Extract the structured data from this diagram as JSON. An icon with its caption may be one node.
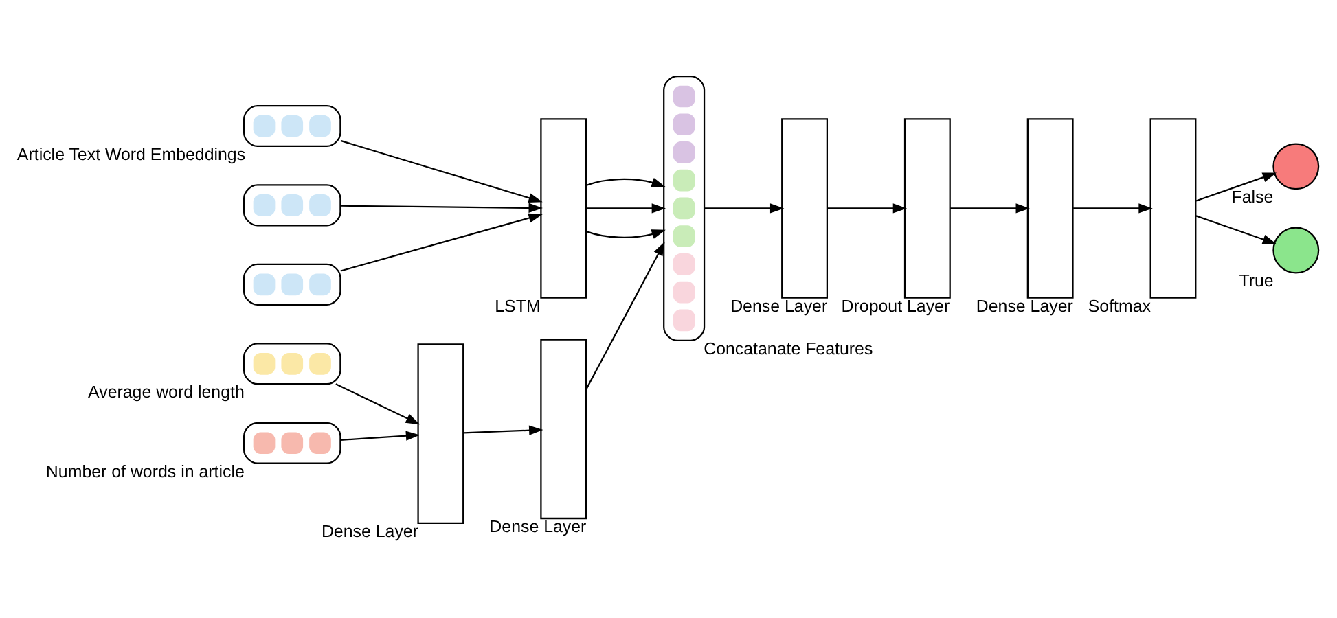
{
  "diagram": {
    "nodes": [
      {
        "text": [],
        "shape": "box",
        "beside": [
          "Article Text Word Embeddings"
        ]
      },
      {
        "text": [],
        "shape": "box"
      },
      {
        "text": [],
        "shape": "box"
      },
      {
        "text": [],
        "shape": "bar",
        "beside": [
          "LSTM"
        ]
      },
      {
        "text": [],
        "shape": "bar",
        "beside": [
          "Concatanate Features"
        ]
      },
      {
        "text": [],
        "shape": "box",
        "beside": [
          "Average word length"
        ]
      },
      {
        "text": [],
        "shape": "box",
        "beside": [
          "Number of words in article"
        ]
      },
      {
        "text": [],
        "shape": "bar",
        "beside": [
          "Dense Layer"
        ]
      },
      {
        "text": [],
        "shape": "bar",
        "beside": [
          "Dense Layer"
        ]
      },
      {
        "text": [],
        "shape": "bar",
        "beside": [
          "Dense Layer"
        ]
      },
      {
        "text": [],
        "shape": "bar",
        "beside": [
          "Dropout Layer"
        ]
      },
      {
        "text": [],
        "shape": "bar",
        "beside": [
          "Dense Layer"
        ]
      },
      {
        "text": [],
        "shape": "bar",
        "beside": [
          "Softmax"
        ]
      },
      {
        "text": [],
        "shape": "circle",
        "beside": [
          "False"
        ]
      },
      {
        "text": [],
        "shape": "circle",
        "beside": [
          "True"
        ]
      }
    ],
    "edges": [
      {
        "from": 0,
        "to": 3,
        "arrow": "to"
      },
      {
        "from": 1,
        "to": 3,
        "arrow": "to"
      },
      {
        "from": 2,
        "to": 3,
        "arrow": "to"
      },
      {
        "from": 3,
        "to": 4,
        "arrow": "to"
      },
      {
        "from": 3,
        "to": 4,
        "arrow": "to"
      },
      {
        "from": 3,
        "to": 4,
        "arrow": "to"
      },
      {
        "from": 5,
        "to": 7,
        "arrow": "to"
      },
      {
        "from": 6,
        "to": 7,
        "arrow": "to"
      },
      {
        "from": 7,
        "to": 8,
        "arrow": "to"
      },
      {
        "from": 8,
        "to": 4,
        "arrow": "to"
      },
      {
        "from": 4,
        "to": 9,
        "arrow": "to"
      },
      {
        "from": 9,
        "to": 10,
        "arrow": "to"
      },
      {
        "from": 10,
        "to": 11,
        "arrow": "to"
      },
      {
        "from": 11,
        "to": 12,
        "arrow": "to"
      },
      {
        "from": 12,
        "to": 13,
        "arrow": "to"
      },
      {
        "from": 12,
        "to": 14,
        "arrow": "to"
      }
    ]
  }
}
